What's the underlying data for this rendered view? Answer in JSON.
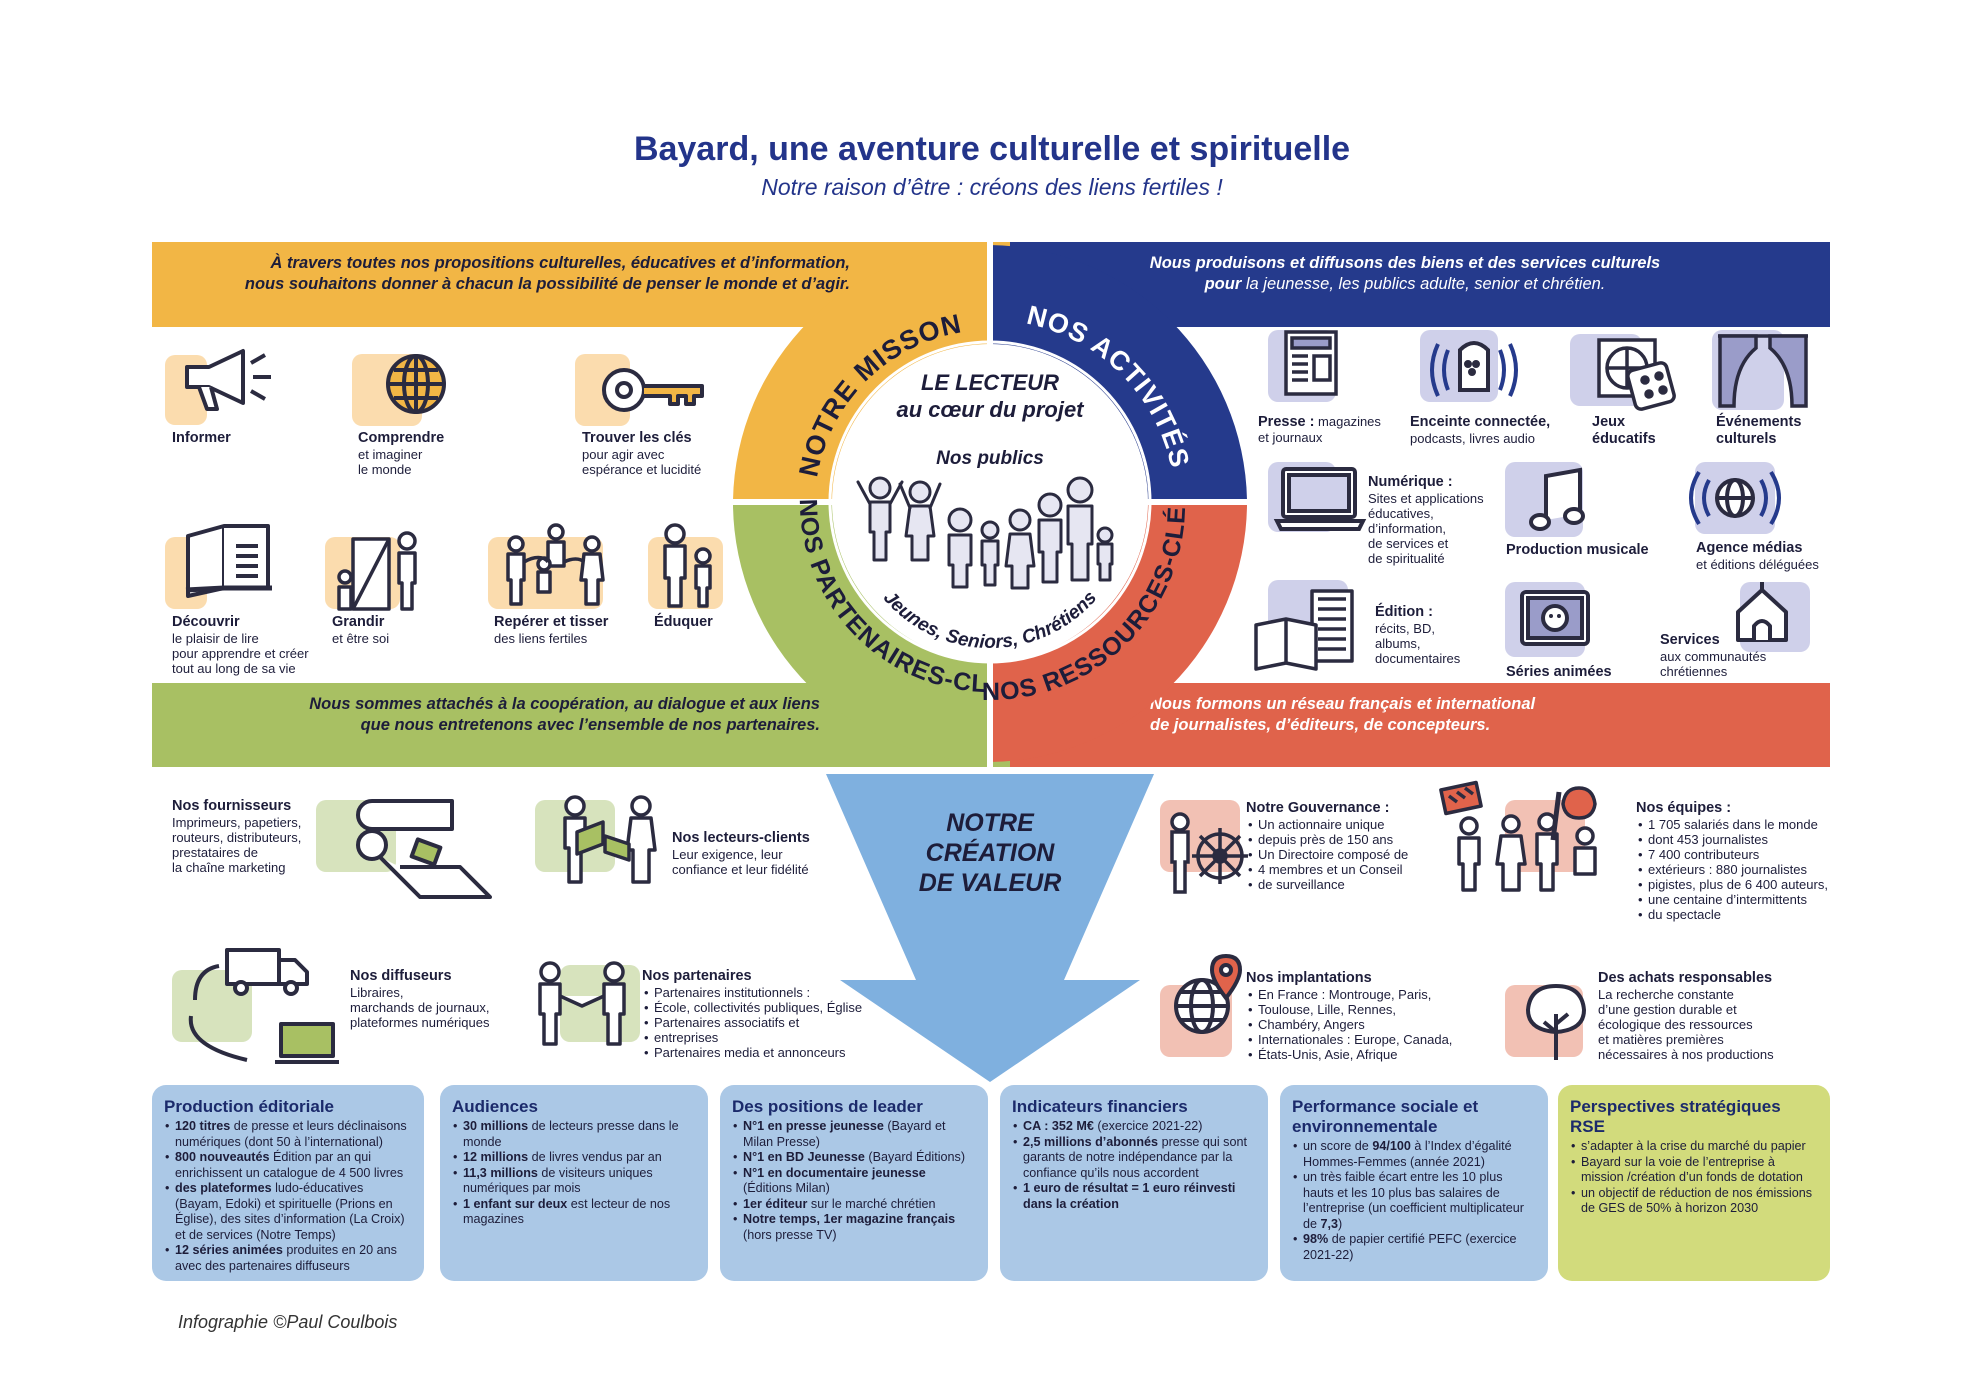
{
  "header": {
    "title": "Bayard, une aventure culturelle et spirituelle",
    "subtitle": "Notre raison d’être : créons des liens fertiles !"
  },
  "bands": {
    "mission_text_1": "À travers toutes nos propositions culturelles, éducatives et d’information,",
    "mission_text_2": "nous souhaitons donner à chacun la possibilité de penser le monde et d’agir.",
    "activites_text_1": "Nous produisons et diffusons des biens et des services culturels",
    "activites_text_2_em": "pour",
    "activites_text_2": " la jeunesse, les publics adulte, senior et chrétien.",
    "partenaires_text_1": "Nous sommes attachés à la coopération, au dialogue et aux liens",
    "partenaires_text_2": "que nous entretenons avec l’ensemble de nos partenaires.",
    "ressources_text_1": "Nous formons un réseau français et international",
    "ressources_text_2": "de journalistes, d’éditeurs, de concepteurs."
  },
  "wheel": {
    "mission": "NOTRE MISSON",
    "activites": "NOS ACTIVITÉS",
    "partenaires": "NOS PARTENAIRES-CLÉ",
    "ressources": "NOS RESSOURCES-CLÉ",
    "center_title_1": "LE LECTEUR",
    "center_title_2": "au cœur du projet",
    "publics": "Nos publics",
    "audiences": "Jeunes, Seniors, Chrétiens",
    "colors": {
      "yellow": "#f2b645",
      "blue": "#253a8c",
      "green": "#a8c063",
      "red": "#e0634b"
    }
  },
  "mission_items": [
    {
      "title": "Informer",
      "desc": ""
    },
    {
      "title": "Comprendre",
      "desc_1": "et imaginer",
      "desc_2": "le monde"
    },
    {
      "title": "Trouver les clés",
      "desc_1": "pour agir avec",
      "desc_2": "espérance et lucidité"
    },
    {
      "title": "Découvrir",
      "desc_1": "le plaisir de lire",
      "desc_2": "pour apprendre et créer",
      "desc_3": "tout au long de sa vie"
    },
    {
      "title": "Grandir",
      "desc_1": "et être soi"
    },
    {
      "title": "Repérer et tisser",
      "desc_1": "des liens fertiles"
    },
    {
      "title": "Éduquer"
    }
  ],
  "activites_items": {
    "presse_title": "Presse :",
    "presse_desc_1": " magazines",
    "presse_desc_2": "et journaux",
    "enceinte_title": "Enceinte connectée,",
    "enceinte_desc": "podcasts, livres audio",
    "jeux_1": "Jeux",
    "jeux_2": "éducatifs",
    "evenements_1": "Événements",
    "evenements_2": "culturels",
    "numerique_title": "Numérique :",
    "numerique_desc": [
      "Sites et applications",
      "éducatives,",
      "d’information,",
      "de services et",
      "de spiritualité"
    ],
    "musique": "Production musicale",
    "agence_title": "Agence médias",
    "agence_desc": "et éditions déléguées",
    "edition_title": "Édition :",
    "edition_desc": [
      "récits, BD,",
      "albums,",
      "documentaires"
    ],
    "series": "Séries animées",
    "services_title": "Services",
    "services_desc_1": "aux communautés",
    "services_desc_2": "chrétiennes"
  },
  "arrow": {
    "line_1": "NOTRE",
    "line_2": "CRÉATION",
    "line_3": "DE VALEUR",
    "color": "#7fb0df"
  },
  "partners": {
    "fournisseurs_title": "Nos fournisseurs",
    "fournisseurs_desc": [
      "Imprimeurs, papetiers,",
      "routeurs, distributeurs,",
      "prestataires de",
      "la chaîne marketing"
    ],
    "lecteurs_title": "Nos lecteurs-clients",
    "lecteurs_desc": [
      "Leur exigence, leur",
      "confiance et leur fidélité"
    ],
    "diffuseurs_title": "Nos diffuseurs",
    "diffuseurs_desc": [
      "Libraires,",
      "marchands de journaux,",
      "plateformes numériques"
    ],
    "partenaires_title": "Nos partenaires",
    "partenaires_desc": [
      "Partenaires institutionnels :",
      "École, collectivités publiques, Église",
      "Partenaires associatifs et",
      "entreprises",
      "Partenaires media et annonceurs"
    ]
  },
  "resources": {
    "gouvernance_title": "Notre Gouvernance :",
    "gouvernance_desc": [
      "Un actionnaire unique",
      "depuis près de 150 ans",
      "Un Directoire composé de",
      "4 membres et un Conseil",
      "de surveillance"
    ],
    "equipes_title": "Nos équipes :",
    "equipes_desc": [
      "1 705 salariés dans le monde",
      "dont 453 journalistes",
      "7 400 contributeurs",
      "extérieurs : 880 journalistes",
      "pigistes, plus de 6 400 auteurs,",
      "une centaine d’intermittents",
      "du spectacle"
    ],
    "implantations_title": "Nos implantations",
    "implantations_desc": [
      "En France : Montrouge, Paris,",
      "Toulouse, Lille, Rennes,",
      "Chambéry, Angers",
      "Internationales : Europe, Canada,",
      "États-Unis, Asie, Afrique"
    ],
    "achats_title": "Des achats responsables",
    "achats_desc": [
      "La recherche constante",
      "d’une gestion durable et",
      "écologique des ressources",
      "et matières premières",
      "nécessaires à nos productions"
    ]
  },
  "boxes": [
    {
      "title": "Production éditoriale",
      "color": "#abc8e6",
      "items": [
        {
          "b": "120 titres",
          "t": " de presse et leurs déclinaisons numériques (dont 50 à l’international)"
        },
        {
          "b": "800 nouveautés",
          "t": " Édition par an qui enrichissent un catalogue de 4 500 livres"
        },
        {
          "b": "des plateformes",
          "t": " ludo-éducatives (Bayam, Edoki) et spirituelle (Prions en Église), des sites d’information (La Croix) et de services (Notre Temps)"
        },
        {
          "b": "12 séries animées",
          "t": " produites en 20 ans avec des partenaires diffuseurs"
        }
      ]
    },
    {
      "title": "Audiences",
      "color": "#abc8e6",
      "items": [
        {
          "b": "30 millions",
          "t": " de lecteurs presse dans le monde"
        },
        {
          "b": "12 millions",
          "t": " de livres vendus par an"
        },
        {
          "b": "11,3 millions",
          "t": " de visiteurs uniques numériques par mois"
        },
        {
          "b": "1 enfant sur deux",
          "t": " est lecteur de nos magazines"
        }
      ]
    },
    {
      "title": "Des positions de leader",
      "color": "#abc8e6",
      "items": [
        {
          "b": "N°1 en presse jeunesse",
          "t": " (Bayard et Milan Presse)"
        },
        {
          "b": "N°1 en BD Jeunesse",
          "t": " (Bayard Éditions)"
        },
        {
          "b": "N°1 en documentaire jeunesse",
          "t": " (Éditions Milan)"
        },
        {
          "b": "1er éditeur",
          "t": " sur le marché chrétien"
        },
        {
          "b": "Notre temps, 1er magazine français",
          "t": " (hors presse TV)"
        }
      ]
    },
    {
      "title": "Indicateurs financiers",
      "color": "#abc8e6",
      "items": [
        {
          "b": "CA : 352 M€",
          "t": " (exercice 2021-22)"
        },
        {
          "b": "2,5 millions d’abonnés",
          "t": " presse qui sont garants de notre indépendance par la confiance qu’ils nous accordent"
        },
        {
          "b": "1 euro de résultat = 1 euro réinvesti dans la création",
          "t": ""
        }
      ]
    },
    {
      "title": "Performance sociale et environnementale",
      "color": "#abc8e6",
      "items": [
        {
          "b": "",
          "t": "un score de "
        },
        {
          "b": "",
          "t": "un très faible écart entre les 10 plus hauts et les 10 plus bas salaires de l’entreprise (un coefficient multiplicateur de "
        },
        {
          "b": "98%",
          "t": " de papier certifié PEFC (exercice 2021-22)"
        }
      ]
    },
    {
      "title": "Perspectives stratégiques RSE",
      "color": "#d2db7c",
      "items": [
        {
          "b": "",
          "t": "s’adapter à la crise du marché du papier"
        },
        {
          "b": "",
          "t": "Bayard sur la voie de l’entreprise à mission /création d’un fonds de dotation"
        },
        {
          "b": "",
          "t": "un objectif de réduction de nos émissions de GES de 50% à horizon 2030"
        }
      ]
    }
  ],
  "perf_extra": {
    "score": "94/100",
    "score_rest": " à l’Index d’égalité Hommes-Femmes (année 2021)",
    "coef": "7,3",
    "coef_end": ")"
  },
  "credit": "Infographie ©Paul Coulbois"
}
